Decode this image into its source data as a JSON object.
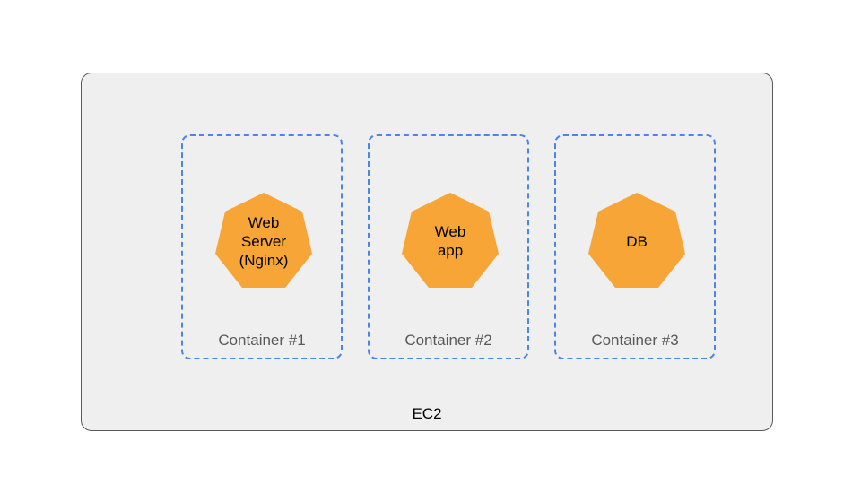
{
  "colors": {
    "ec2_fill": "#efefef",
    "ec2_border": "#595959",
    "container_border": "#4a86e8",
    "node_fill": "#f6a536",
    "container_label": "#595959"
  },
  "ec2": {
    "label": "EC2"
  },
  "containers": [
    {
      "label": "Container #1",
      "node_icon": "heptagon",
      "node_text": "Web\nServer\n(Nginx)"
    },
    {
      "label": "Container #2",
      "node_icon": "heptagon",
      "node_text": "Web\napp"
    },
    {
      "label": "Container #3",
      "node_icon": "heptagon",
      "node_text": "DB"
    }
  ]
}
